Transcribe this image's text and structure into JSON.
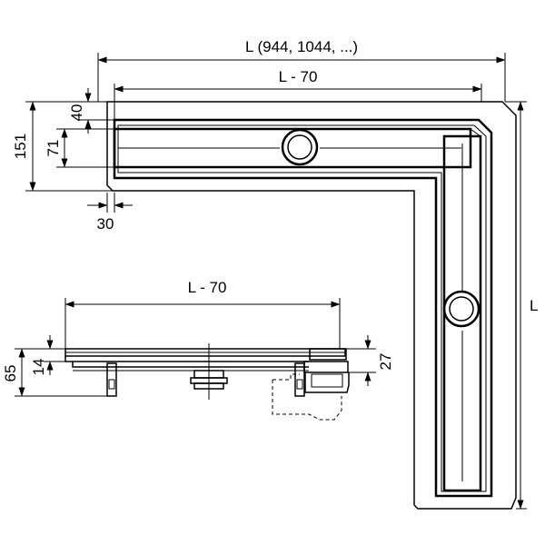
{
  "plan_view": {
    "dim_total_length": "L (944, 1044, ...)",
    "dim_inner_length": "L  - 70",
    "dim_height": "151",
    "dim_offset_top": "40",
    "dim_channel_height": "71",
    "dim_offset_left": "30",
    "dim_vertical_length": "L"
  },
  "section_view": {
    "dim_length": "L - 70",
    "dim_total_height": "65",
    "dim_plate_height": "14",
    "dim_outlet_height": "27"
  },
  "colors": {
    "line": "#000000",
    "background": "#ffffff"
  }
}
